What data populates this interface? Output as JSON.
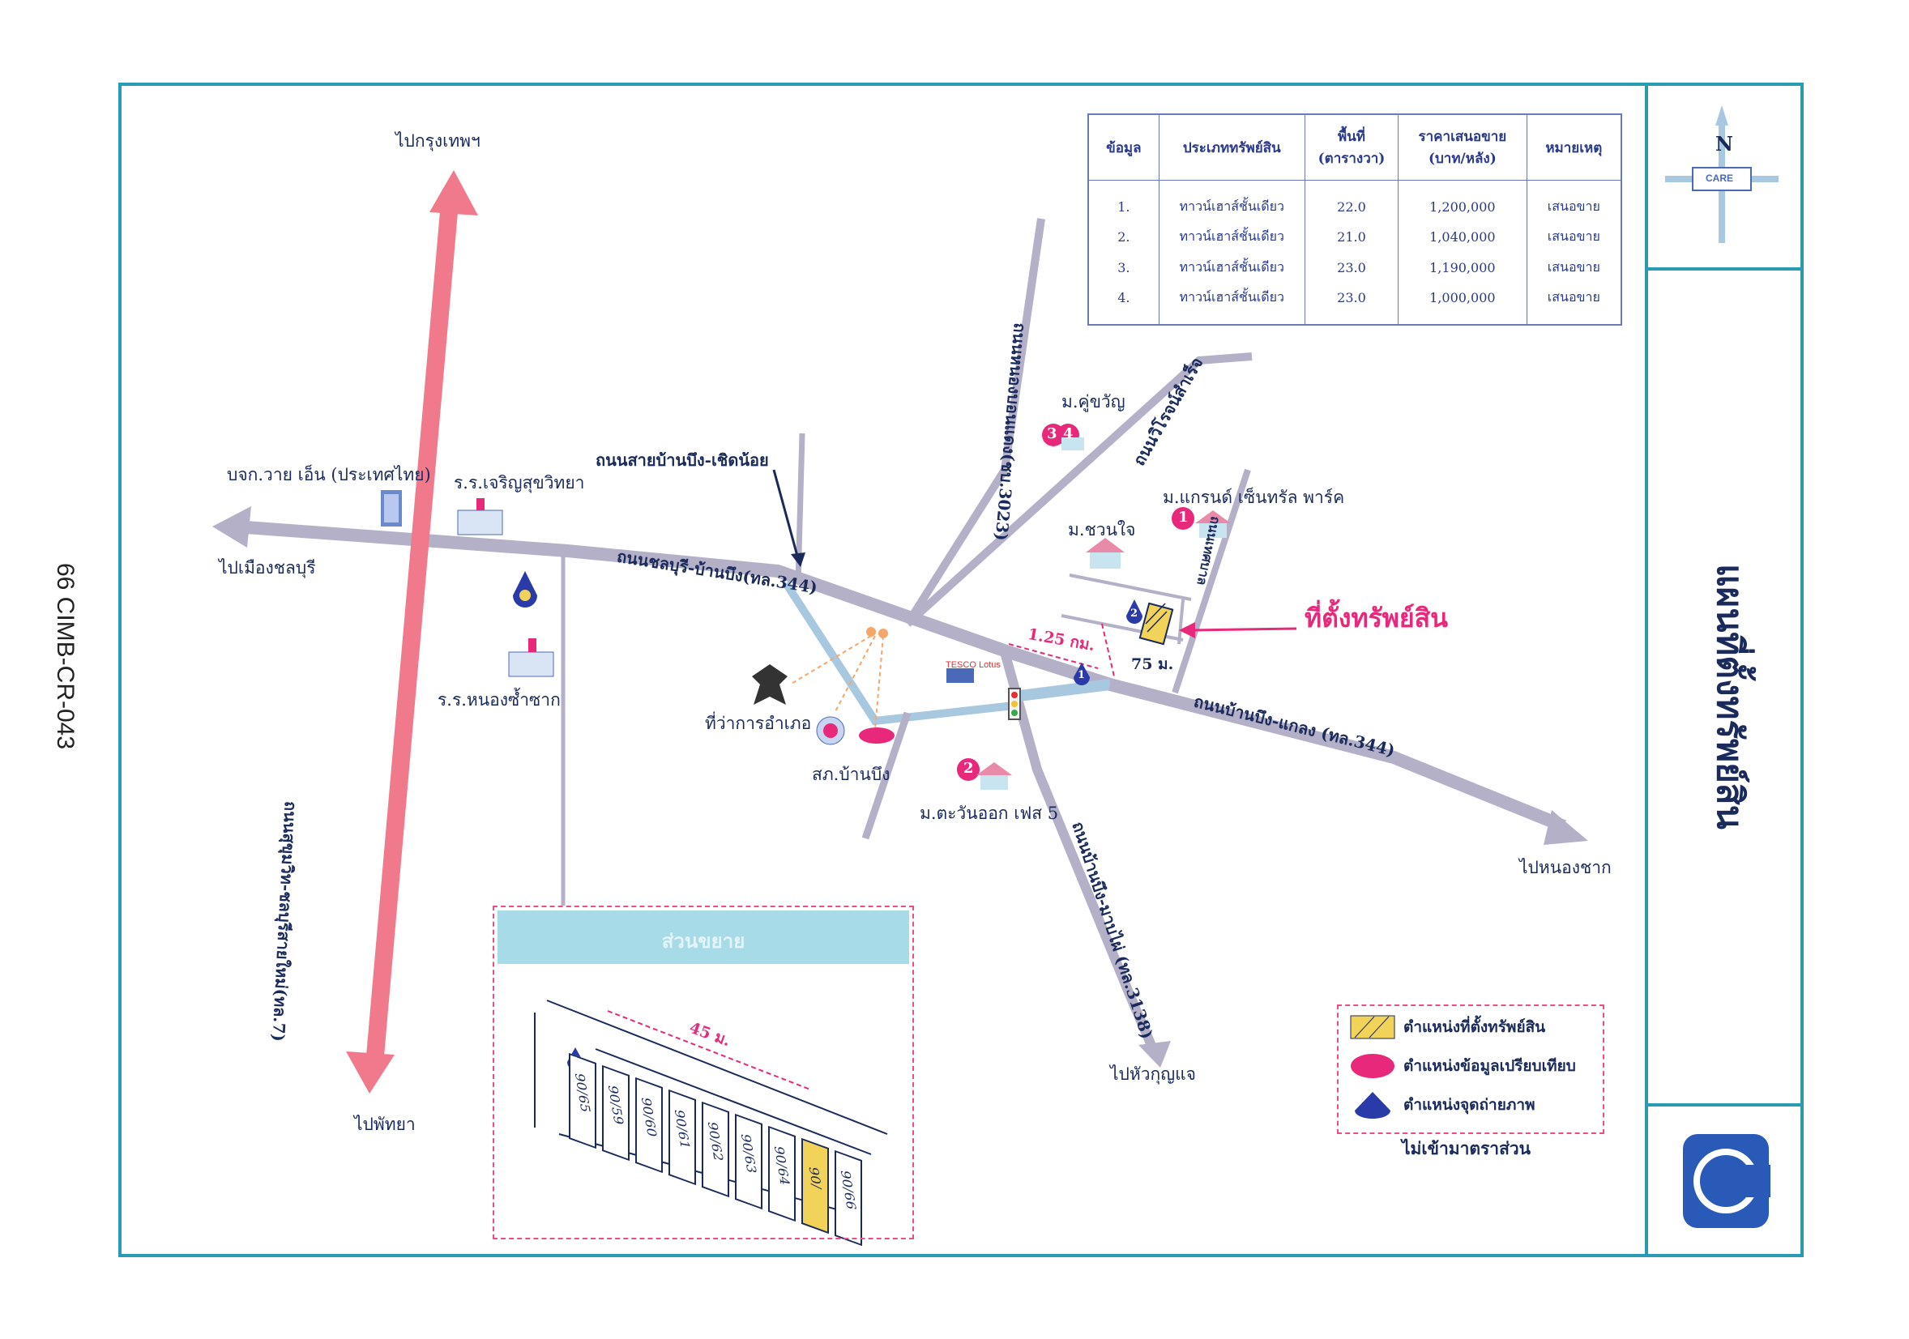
{
  "document_id": "66 CIMB-CR-043",
  "side_title": "แผนที่ตั้งทรัพย์สิน",
  "compass": {
    "north": "N",
    "badge": "CARE"
  },
  "subject_label": "ที่ตั้งทรัพย์สิน",
  "directions": {
    "bangkok": "ไปกรุงเทพฯ",
    "pattaya": "ไปพัทยา",
    "chonburi": "ไปเมืองชลบุรี",
    "nong_chak": "ไปหนองชาก",
    "hua_kunjae": "ไปหัวกุญแจ"
  },
  "roads": {
    "sukhumvit": "ถนนสุขุมวิท-ชลบุรีสายใหม่(ทล.7)",
    "chonburi_banbueng": "ถนนชลบุรี-บ้านบึง(ทล.344)",
    "banbueng_klaeng": "ถนนบ้านบึง-แกลง (ทล.344)",
    "banbueng_choeng_noi": "ถนนสายบ้านบึง-เชิดน้อย",
    "nong_bon_daeng": "ถนนหนองบอนแดง(ชบ.3023)",
    "wiroj_samret": "ถนนวิโรจน์สำเร็จ",
    "banbueng_manant": "ถนนบ้านบึง-มาบไผ่ (ทล.3138)",
    "local": "ถนนเทศบาล"
  },
  "places": {
    "yen_company": "บจก.วาย เอ็น (ประเทศไทย)",
    "school_charoen": "ร.ร.เจริญสุขวิทยา",
    "school_nongchak": "ร.ร.หนองซ้ำซาก",
    "district_office": "ที่ว่าการอำเภอ",
    "police": "สภ.บ้านบึง",
    "village_khukwan": "ม.คู่ขวัญ",
    "village_grand": "ม.แกรนด์ เซ็นทรัล พาร์ค",
    "village_chuanjai": "ม.ชวนใจ",
    "village_tawan": "ม.ตะวันออก เฟส 5",
    "store": "TESCO Lotus"
  },
  "markers": {
    "m1": "1",
    "m2": "2",
    "m3": "3",
    "m4": "4",
    "photo1": "1",
    "photo2": "2"
  },
  "distances": {
    "d1": "1.25 กม.",
    "d2": "75 ม.",
    "inset": "45 ม."
  },
  "table": {
    "headers": [
      "ข้อมูล",
      "ประเภททรัพย์สิน",
      "พื้นที่\n(ตารางวา)",
      "ราคาเสนอขาย\n(บาท/หลัง)",
      "หมายเหตุ"
    ],
    "rows": [
      [
        "1.",
        "ทาวน์เฮาส์ชั้นเดียว",
        "22.0",
        "1,200,000",
        "เสนอขาย"
      ],
      [
        "2.",
        "ทาวน์เฮาส์ชั้นเดียว",
        "21.0",
        "1,040,000",
        "เสนอขาย"
      ],
      [
        "3.",
        "ทาวน์เฮาส์ชั้นเดียว",
        "23.0",
        "1,190,000",
        "เสนอขาย"
      ],
      [
        "4.",
        "ทาวน์เฮาส์ชั้นเดียว",
        "23.0",
        "1,000,000",
        "เสนอขาย"
      ]
    ]
  },
  "inset": {
    "title": "ส่วนขยาย",
    "units": [
      "90/65",
      "90/59",
      "90/60",
      "90/61",
      "90/62",
      "90/63",
      "90/64",
      "90/",
      "90/66"
    ]
  },
  "legend": {
    "subject": "ตำแหน่งที่ตั้งทรัพย์สิน",
    "comparable": "ตำแหน่งข้อมูลเปรียบเทียบ",
    "photo": "ตำแหน่งจุดถ่ายภาพ",
    "note": "ไม่เข้ามาตราส่วน"
  },
  "colors": {
    "frame": "#2a9bb5",
    "road": "#b3b0c8",
    "road_light": "#a8c8e0",
    "highway": "#f07a8c",
    "marker_pink": "#e8287a",
    "marker_blue": "#2a3aa8",
    "subject_yellow": "#f2d35a",
    "text": "#1a2a5a"
  }
}
